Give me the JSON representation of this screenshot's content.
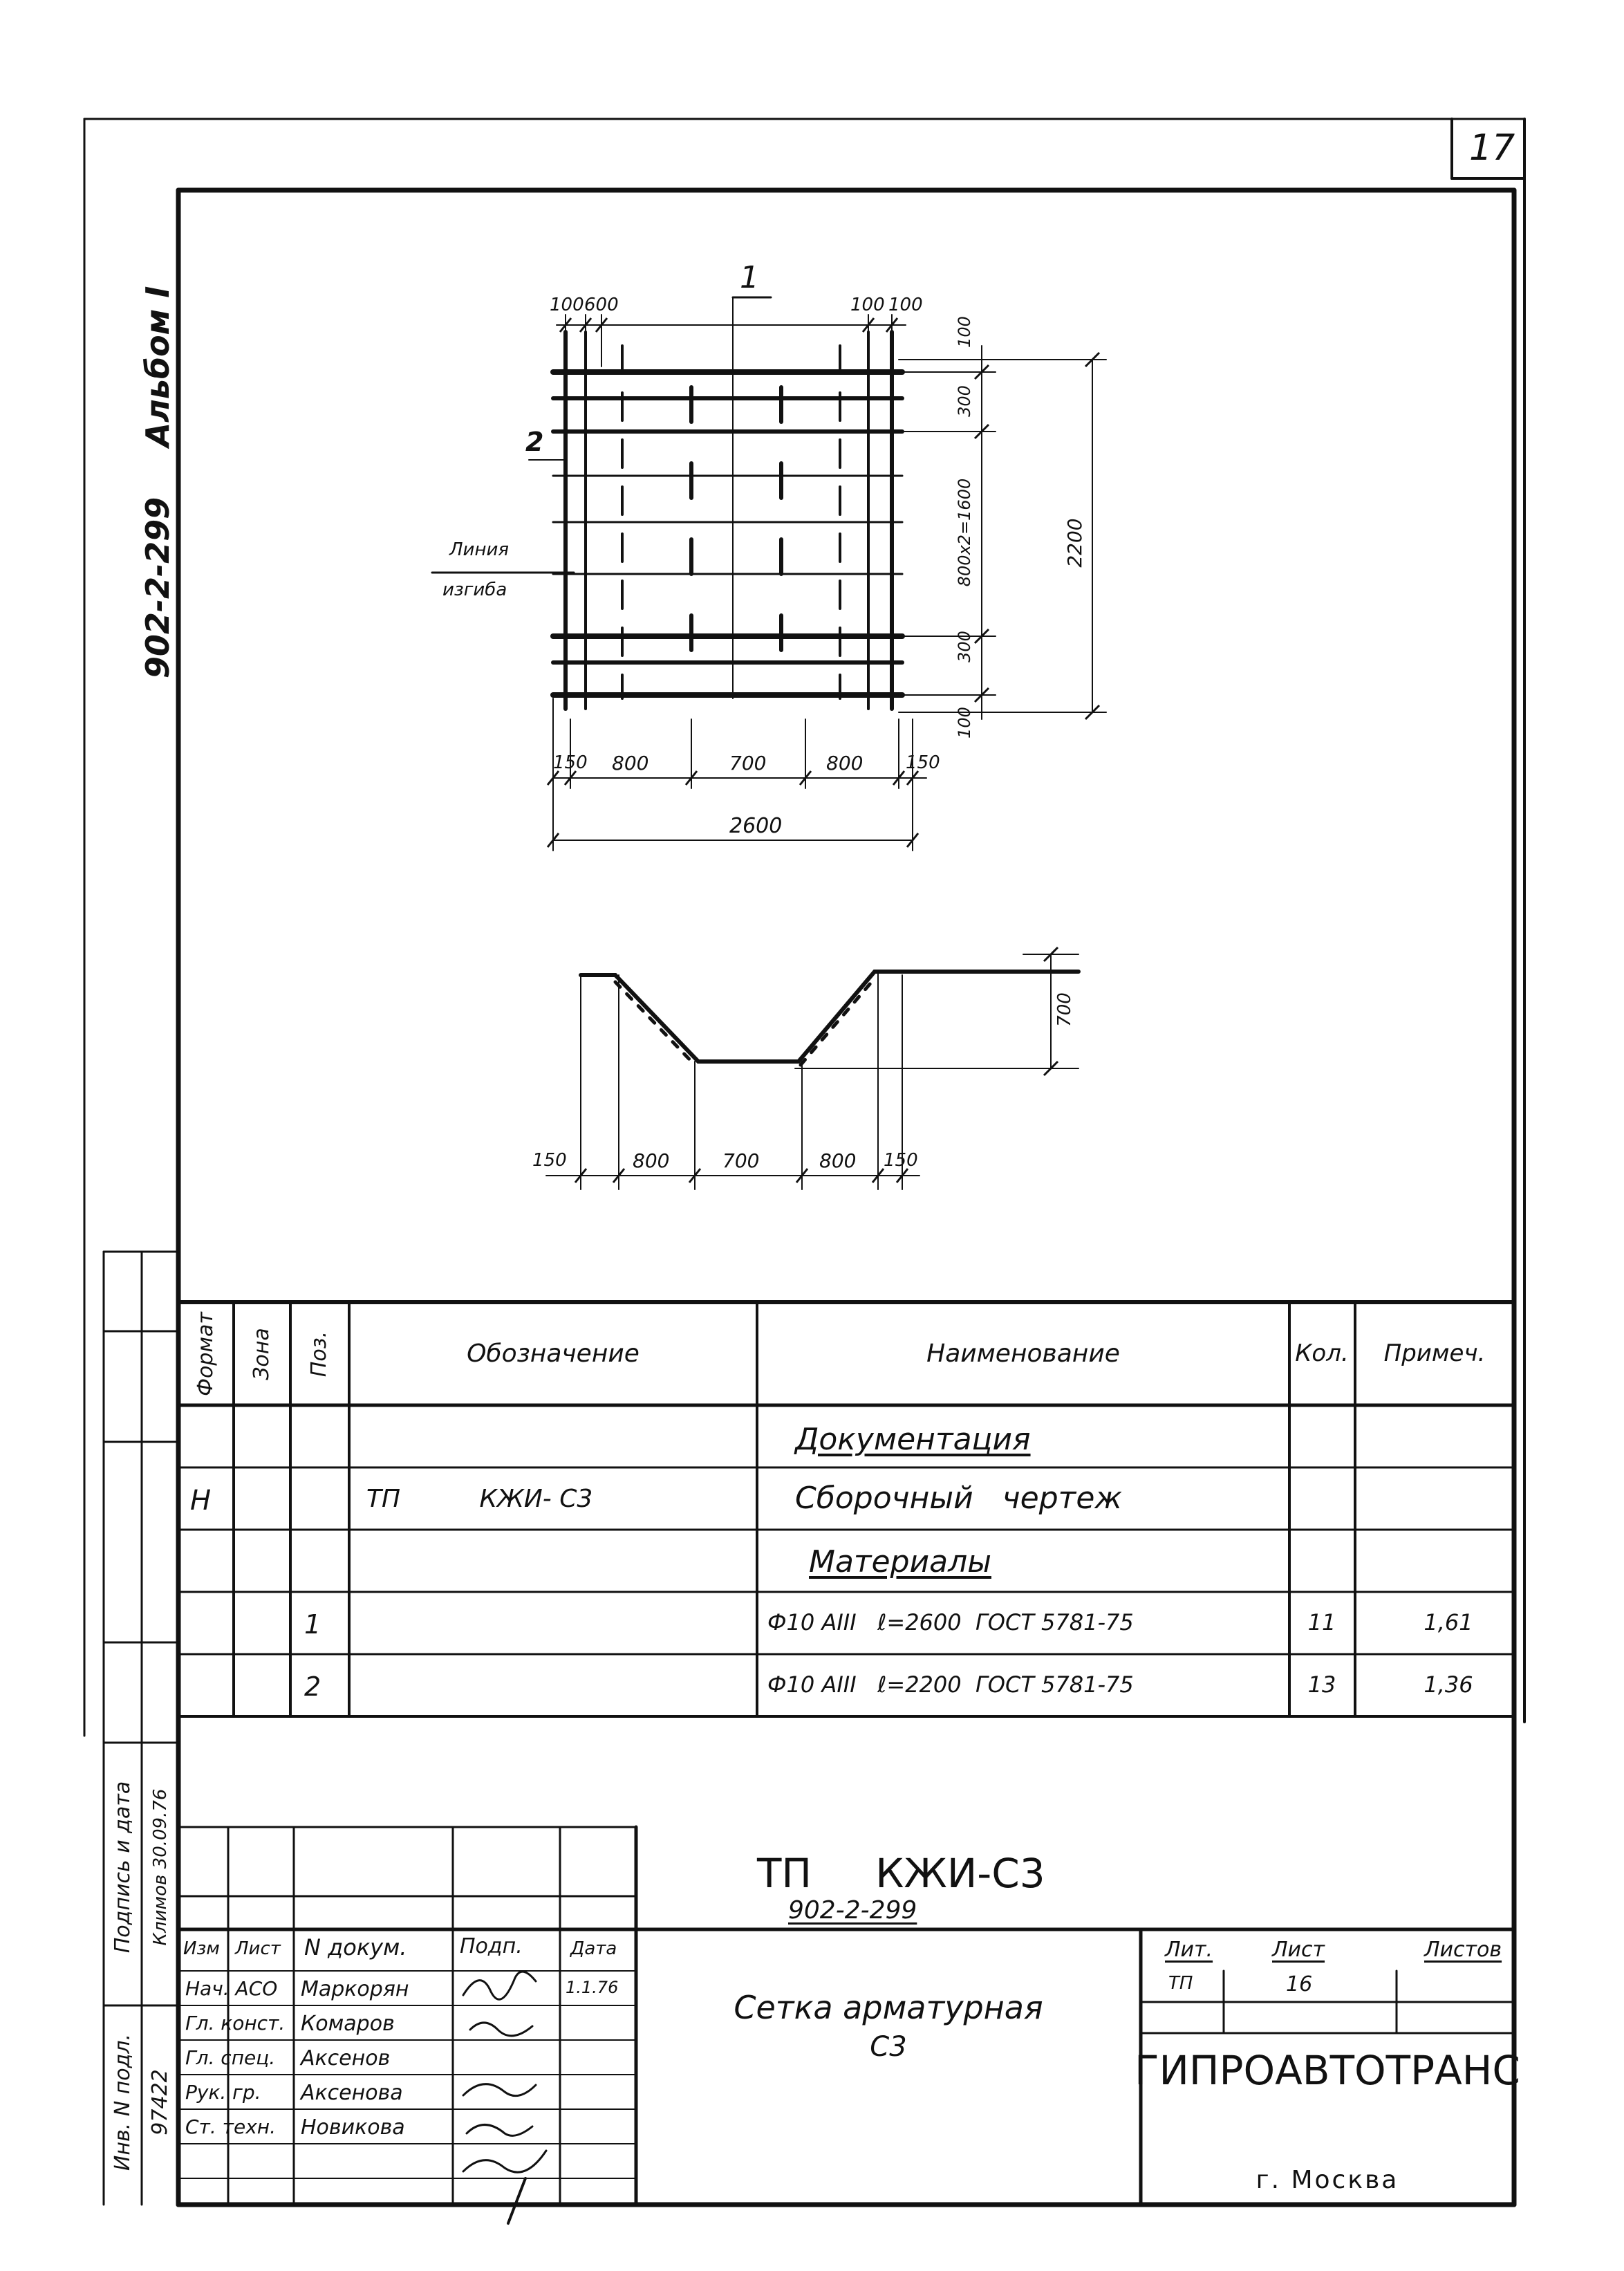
{
  "sheet": {
    "page_number": "17",
    "album": "Альбом I",
    "project_code_vertical": "902-2-299"
  },
  "drawing": {
    "plan": {
      "section_mark": "1",
      "bar_mark": "2",
      "bend_line_label_1": "Линия",
      "bend_line_label_2": "изгиба",
      "top_dims": [
        "100",
        "600",
        "100",
        "100"
      ],
      "right_dims": [
        "100",
        "300",
        "800x2=1600",
        "300",
        "100"
      ],
      "overall_height": "2200",
      "bottom_dims": [
        "150",
        "800",
        "700",
        "800",
        "150"
      ],
      "overall_width": "2600"
    },
    "section": {
      "height": "700",
      "bottom_dims": [
        "150",
        "800",
        "700",
        "800",
        "150"
      ]
    }
  },
  "spec_table": {
    "headers": {
      "format": "Формат",
      "zone": "Зона",
      "pos": "Поз.",
      "designation": "Обозначение",
      "name": "Наименование",
      "qty": "Кол.",
      "note": "Примеч."
    },
    "rows": [
      {
        "format": "",
        "zone": "",
        "pos": "",
        "designation": "",
        "name": "Документация",
        "qty": "",
        "note": ""
      },
      {
        "format": "Н",
        "zone": "",
        "pos": "",
        "designation": "ТП          КЖИ- С3",
        "name": "Сборочный   чертеж",
        "qty": "",
        "note": ""
      },
      {
        "format": "",
        "zone": "",
        "pos": "",
        "designation": "",
        "name": "Материалы",
        "qty": "",
        "note": ""
      },
      {
        "format": "",
        "zone": "",
        "pos": "1",
        "designation": "",
        "name": "Ф10 АIII   ℓ=2600  ГОСТ 5781-75",
        "qty": "11",
        "note": "1,61"
      },
      {
        "format": "",
        "zone": "",
        "pos": "2",
        "designation": "",
        "name": "Ф10 АIII   ℓ=2200  ГОСТ 5781-75",
        "qty": "13",
        "note": "1,36"
      }
    ]
  },
  "title_block": {
    "doc_code": "ТП     КЖИ-С3",
    "project": "902-2-299",
    "title_line1": "Сетка арматурная",
    "title_line2": "С3",
    "col_headers": [
      "Изм",
      "Лист",
      "N докум.",
      "Подп.",
      "Дата"
    ],
    "roles": [
      {
        "role": "Нач. АСО",
        "name": "Маркорян",
        "date": "1.1.76"
      },
      {
        "role": "Гл. конст.",
        "name": "Комаров",
        "date": ""
      },
      {
        "role": "Гл. спец.",
        "name": "Аксенов",
        "date": ""
      },
      {
        "role": "Рук. гр.",
        "name": "Аксенова",
        "date": ""
      },
      {
        "role": "Ст. техн.",
        "name": "Новикова",
        "date": ""
      }
    ],
    "lit_label": "Лит.",
    "sheet_label": "Лист",
    "sheets_label": "Листов",
    "lit_value": "ТП",
    "sheet_value": "16",
    "org_name": "ГИПРОАВТОТРАНС",
    "org_city": "г. Москва"
  },
  "side_stamp": {
    "inv_label": "Инв. N подл.",
    "inv_value": "97422",
    "sign_label": "Подпись и дата",
    "sign_value": "Климов 30.09.76"
  }
}
